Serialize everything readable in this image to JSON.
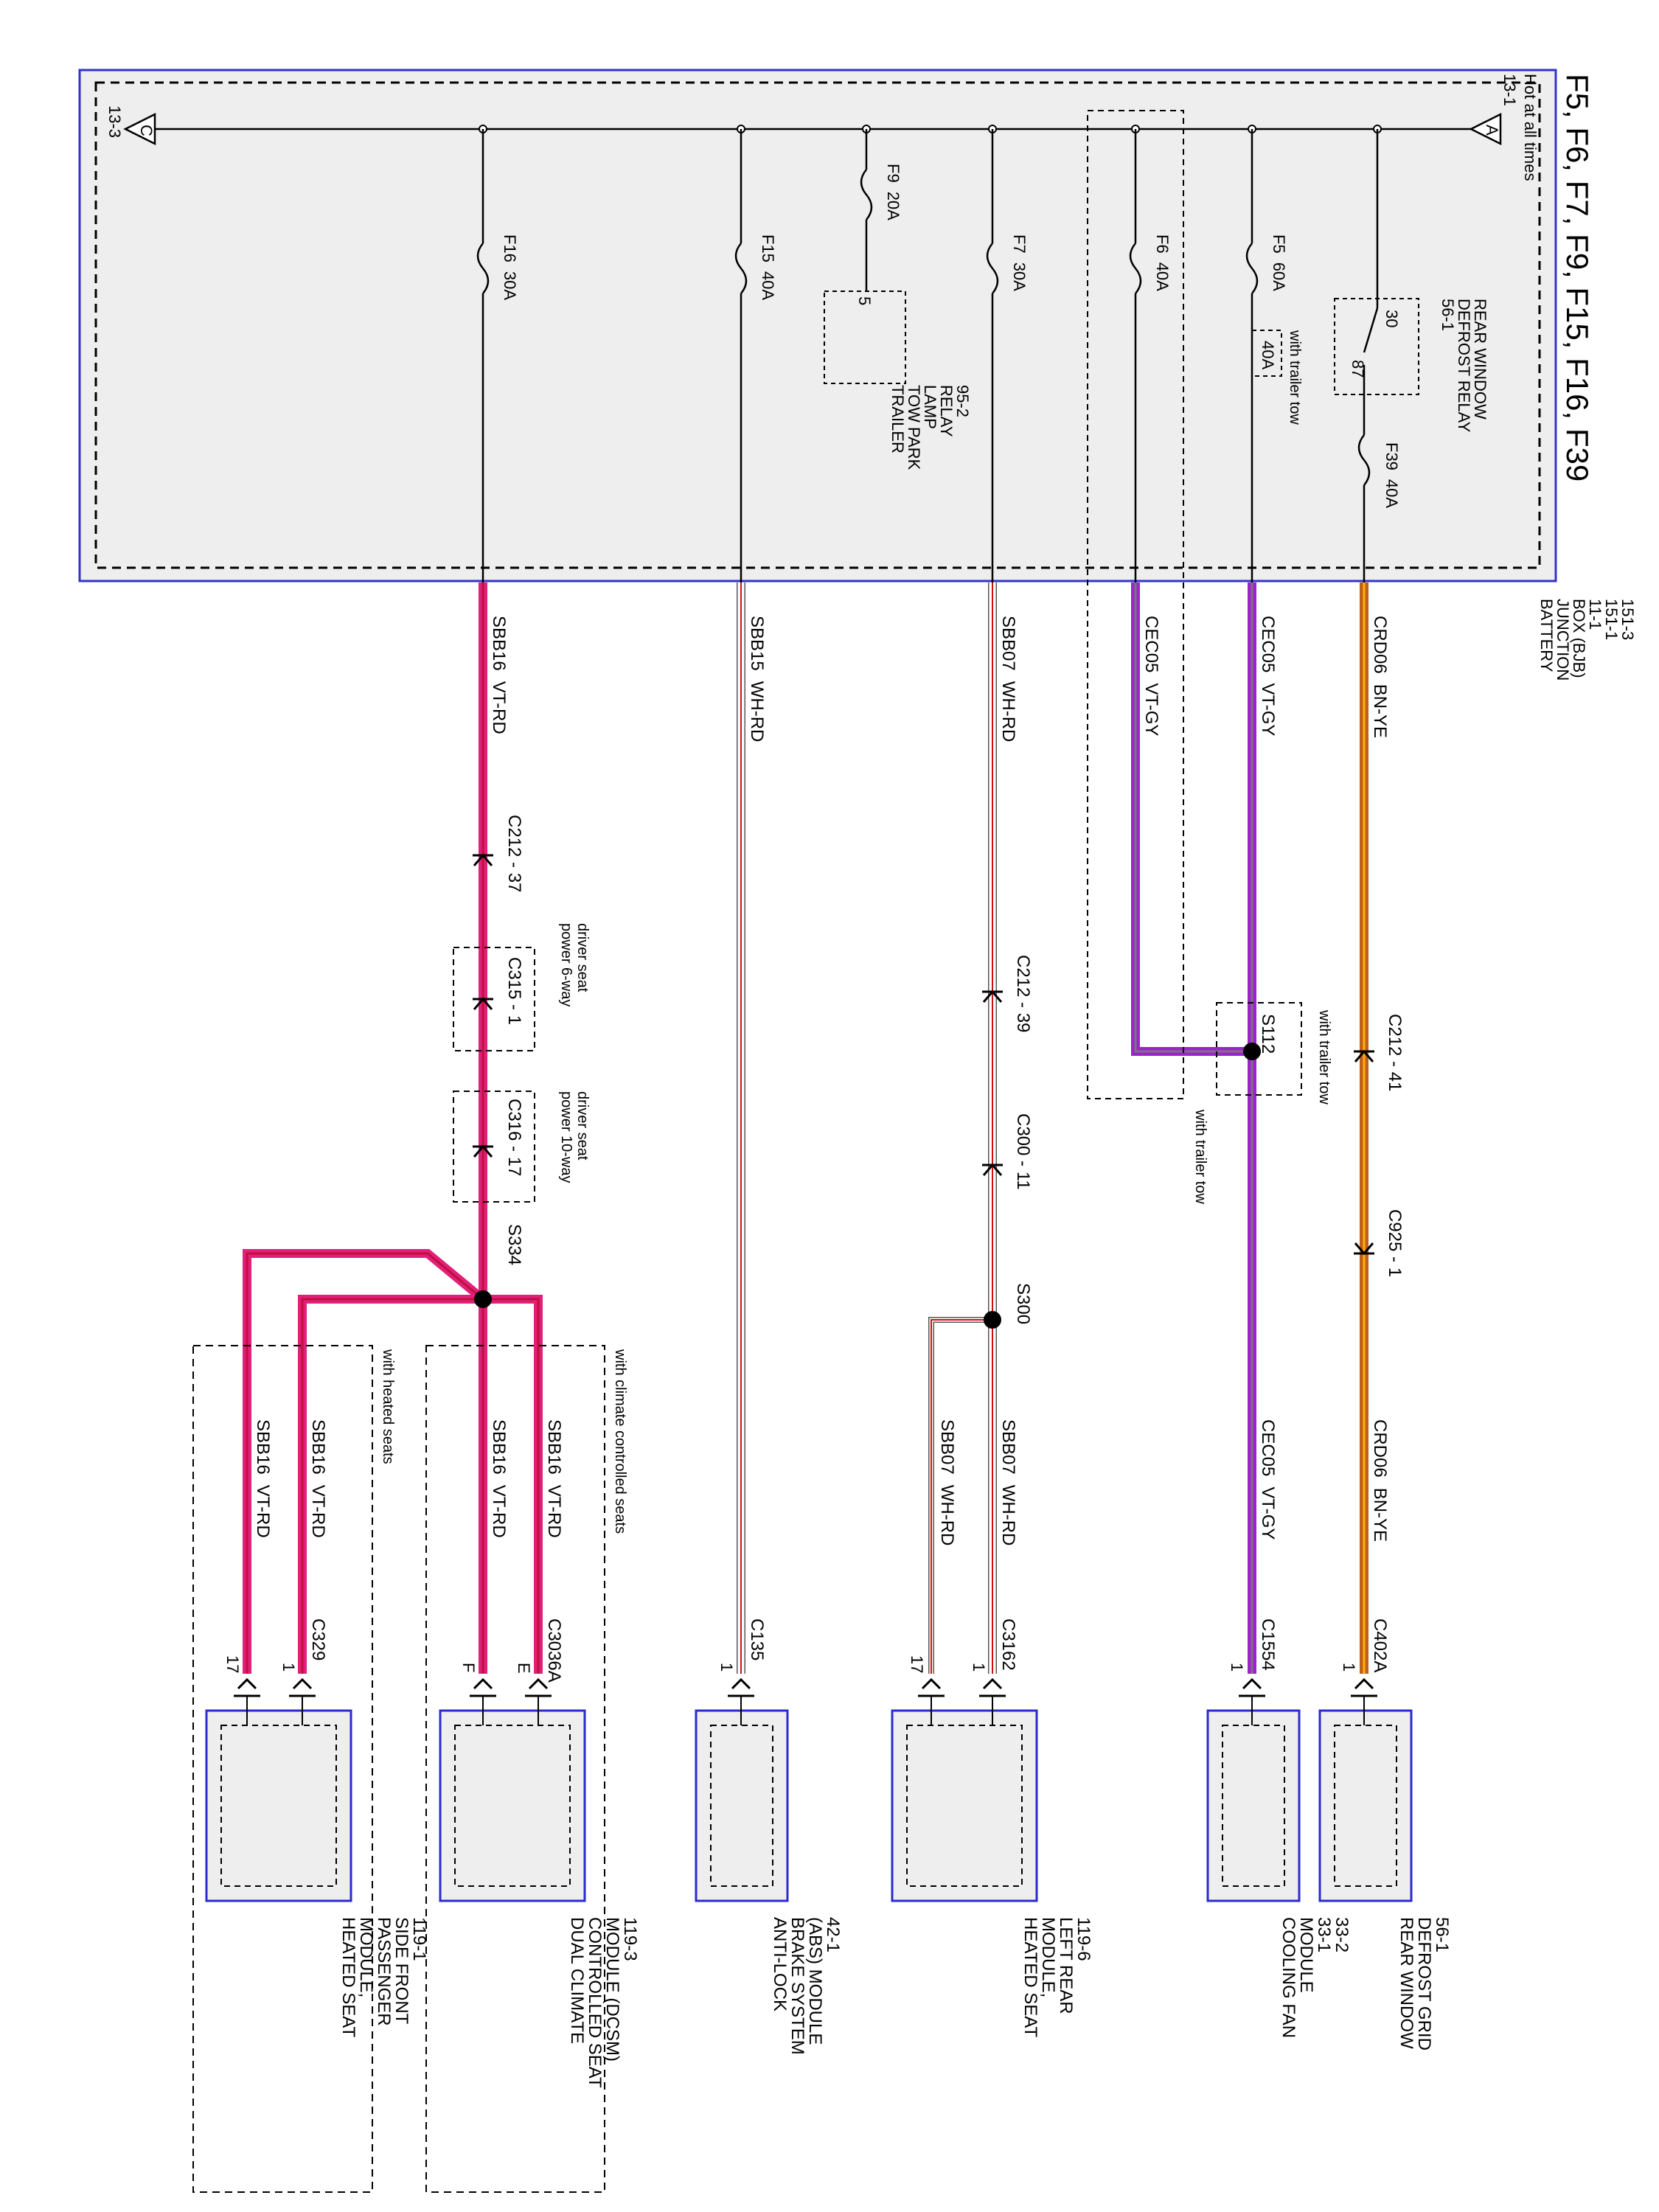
{
  "title": "F5, F6, F7, F9, F15, F16, F39",
  "junction_box": {
    "hot_label": "Hot at all times",
    "ref_in": "13-1",
    "ref_out": "13-3",
    "node_in_letter": "A",
    "node_out_letter": "C",
    "name_lines": [
      "BATTERY",
      "JUNCTION",
      "BOX (BJB)",
      "11-1",
      "151-1",
      "151-3"
    ]
  },
  "relays": {
    "rear_defrost": {
      "lines": [
        "REAR WINDOW",
        "DEFROST RELAY",
        "56-1"
      ],
      "pin_30": "30",
      "pin_87": "87"
    },
    "trailer_tow": {
      "lines": [
        "TRAILER",
        "TOW PARK",
        "LAMP",
        "RELAY",
        "95-2"
      ],
      "pin": "5"
    }
  },
  "fuses": {
    "f39": {
      "name": "F39",
      "rating": "40A"
    },
    "f5": {
      "name": "F5",
      "rating": "60A",
      "alt_rating": "40A",
      "alt_note": "with trailer tow"
    },
    "f6": {
      "name": "F6",
      "rating": "40A"
    },
    "f7": {
      "name": "F7",
      "rating": "30A"
    },
    "f9": {
      "name": "F9",
      "rating": "20A"
    },
    "f15": {
      "name": "F15",
      "rating": "40A"
    },
    "f16": {
      "name": "F16",
      "rating": "30A"
    }
  },
  "wires": {
    "crd06": {
      "circuit": "CRD06",
      "color": "BN-YE"
    },
    "cec05": {
      "circuit": "CEC05",
      "color": "VT-GY"
    },
    "sbb07": {
      "circuit": "SBB07",
      "color": "WH-RD"
    },
    "sbb15": {
      "circuit": "SBB15",
      "color": "WH-RD"
    },
    "sbb16": {
      "circuit": "SBB16",
      "color": "VT-RD"
    }
  },
  "connectors": {
    "c212_41": "C212 - 41",
    "c925_1": "C925 - 1",
    "c212_39": "C212 - 39",
    "c300_11": "C300 - 11",
    "c212_37": "C212 - 37",
    "c315_1": "C315 - 1",
    "c316_17": "C316 - 17",
    "c402a": "C402A",
    "c1554": "C1554",
    "c3162": "C3162",
    "c135": "C135",
    "c3036a": "C3036A",
    "c329": "C329"
  },
  "splices": {
    "s112": "S112",
    "s300": "S300",
    "s334": "S334"
  },
  "notes": {
    "with_trailer_tow": "with trailer tow",
    "power_6way": [
      "power 6-way",
      "driver seat"
    ],
    "power_10way": [
      "power 10-way",
      "driver seat"
    ],
    "with_climate": "with climate controlled seats",
    "with_heated": "with heated seats"
  },
  "pins": {
    "p1": "1",
    "p17": "17",
    "pE": "E",
    "pF": "F"
  },
  "modules": {
    "rear_defrost_grid": [
      "REAR WINDOW",
      "DEFROST GRID",
      "56-1"
    ],
    "cooling_fan": [
      "COOLING FAN",
      "MODULE",
      "33-1",
      "33-2"
    ],
    "heated_seat_left_rear": [
      "HEATED SEAT",
      "MODULE,",
      "LEFT REAR",
      "119-6"
    ],
    "abs": [
      "ANTI-LOCK",
      "BRAKE SYSTEM",
      "(ABS) MODULE",
      "42-1"
    ],
    "dcsm": [
      "DUAL CLIMATE",
      "CONTROLLED SEAT",
      "MODULE (DCSM)",
      "119-3"
    ],
    "heated_seat_pass": [
      "HEATED SEAT",
      "MODULE,",
      "PASSENGER",
      "SIDE FRONT",
      "119-1"
    ]
  },
  "colors": {
    "frame_border": "#3333cc",
    "frame_fill": "#eeeeee",
    "bn_ye_main": "#c06020",
    "bn_ye_stripe": "#ffb000",
    "vt_gy_main": "#a020d0",
    "vt_gy_stripe": "#777777",
    "vt_rd_main": "#e0207a",
    "vt_rd_stripe": "#c0103a",
    "wh_rd_main": "#ffffff",
    "wh_rd_stripe": "#d01010",
    "module_border": "#2a2ad0",
    "module_fill": "#eeeeee"
  }
}
